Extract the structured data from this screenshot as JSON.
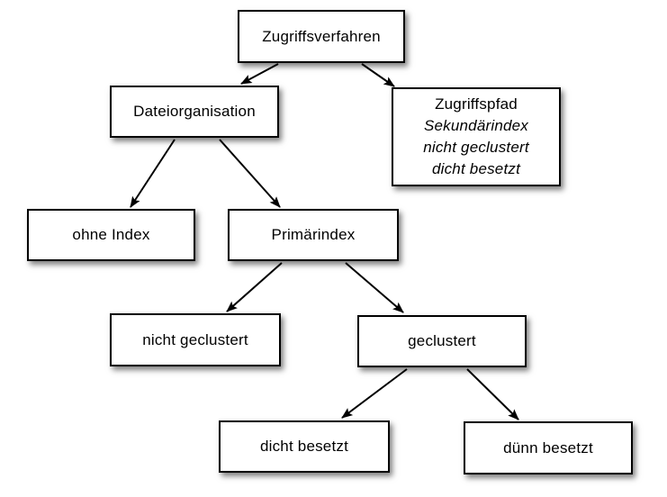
{
  "diagram": {
    "title": "Zugriffsverfahren tree diagram",
    "colors": {
      "background": "#ffffff",
      "box_fill": "#ffffff",
      "box_border": "#000000",
      "text": "#000000",
      "arrow": "#000000"
    },
    "nodes": {
      "zugriffsverfahren": {
        "label": "Zugriffsverfahren"
      },
      "dateiorganisation": {
        "label": "Dateiorganisation"
      },
      "zugriffspfad": {
        "line1": "Zugriffspfad",
        "line2": "Sekundärindex",
        "line3": "nicht geclustert",
        "line4": "dicht besetzt"
      },
      "ohne_index": {
        "label": "ohne Index"
      },
      "primaerindex": {
        "label": "Primärindex"
      },
      "nicht_geclustert": {
        "label": "nicht geclustert"
      },
      "geclustert": {
        "label": "geclustert"
      },
      "dicht_besetzt": {
        "label": "dicht besetzt"
      },
      "duenn_besetzt": {
        "label": "dünn besetzt"
      }
    },
    "edges": [
      {
        "from": "zugriffsverfahren",
        "to": "dateiorganisation"
      },
      {
        "from": "zugriffsverfahren",
        "to": "zugriffspfad"
      },
      {
        "from": "dateiorganisation",
        "to": "ohne_index"
      },
      {
        "from": "dateiorganisation",
        "to": "primaerindex"
      },
      {
        "from": "primaerindex",
        "to": "nicht_geclustert"
      },
      {
        "from": "primaerindex",
        "to": "geclustert"
      },
      {
        "from": "geclustert",
        "to": "dicht_besetzt"
      },
      {
        "from": "geclustert",
        "to": "duenn_besetzt"
      }
    ]
  }
}
